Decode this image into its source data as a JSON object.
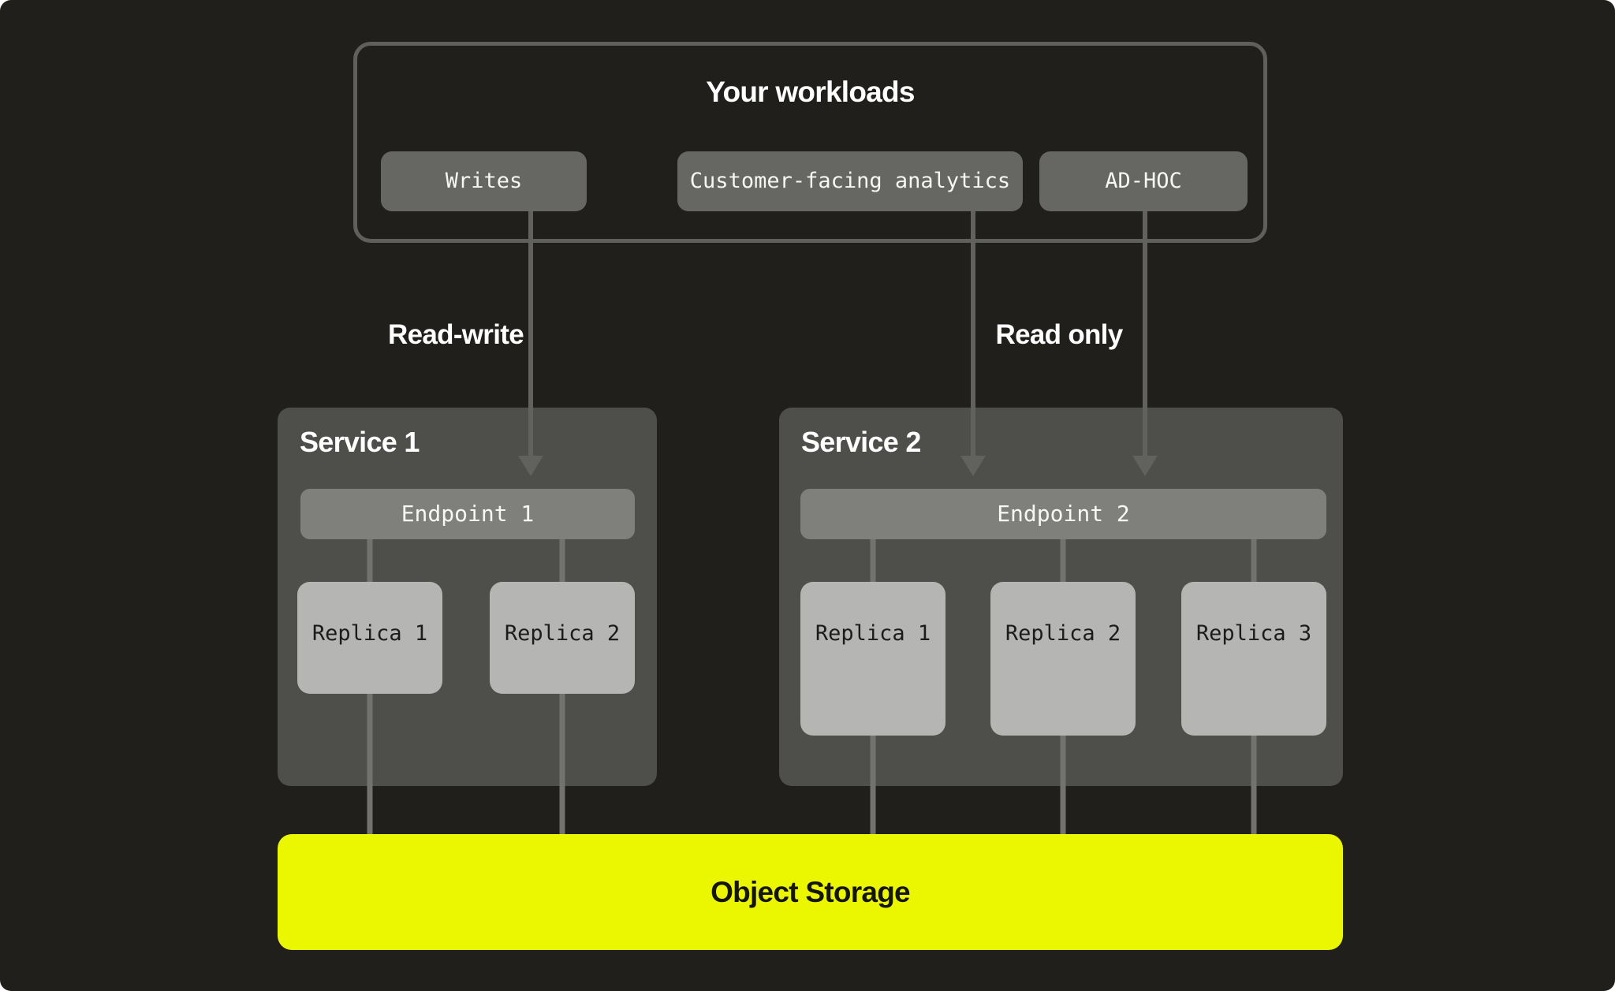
{
  "workloads": {
    "title": "Your workloads",
    "items": [
      {
        "label": "Writes"
      },
      {
        "label": "Customer-facing analytics"
      },
      {
        "label": "AD-HOC"
      }
    ]
  },
  "flow": {
    "read_write_label": "Read-write",
    "read_only_label": "Read only"
  },
  "services": [
    {
      "title": "Service 1",
      "endpoint_label": "Endpoint 1",
      "replicas": [
        "Replica 1",
        "Replica 2"
      ]
    },
    {
      "title": "Service 2",
      "endpoint_label": "Endpoint 2",
      "replicas": [
        "Replica 1",
        "Replica 2",
        "Replica 3"
      ]
    }
  ],
  "storage": {
    "label": "Object Storage"
  },
  "colors": {
    "canvas_background": "#201f1b",
    "page_background": "#ffffff",
    "accent_yellow": "#eaf701",
    "service_panel_gray": "#4e4e4b",
    "endpoint_gray": "#7f7f7c",
    "replica_gray": "#b5b5b3",
    "chip_gray": "#666662",
    "frame_border_gray": "#5f5f5b",
    "arrow_gray": "#61615d",
    "connector_gray": "#72726e",
    "text_light": "#ffffff",
    "text_dark": "#1c1c1a"
  }
}
